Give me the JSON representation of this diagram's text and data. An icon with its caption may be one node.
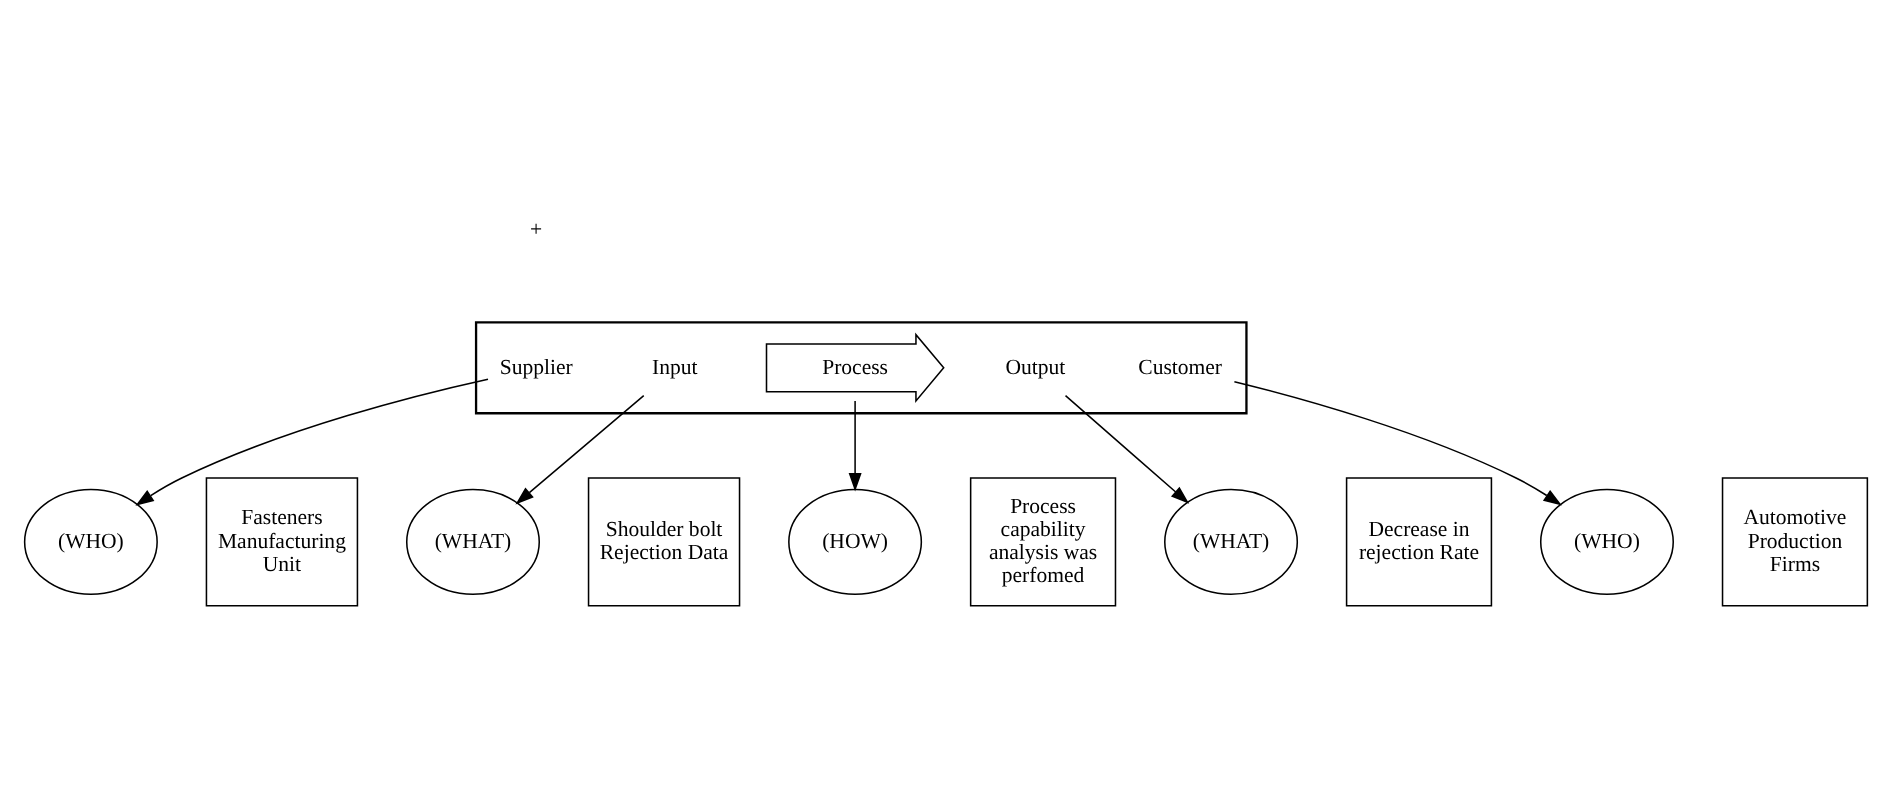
{
  "diagram": {
    "nodes": [
      {
        "text": [],
        "shape": "box"
      },
      {
        "text": [
          "Supplier"
        ],
        "in": 0
      },
      {
        "text": [
          "Input"
        ],
        "in": 0
      },
      {
        "text": [
          "Process"
        ],
        "in": 0
      },
      {
        "text": [
          "Output"
        ],
        "in": 0
      },
      {
        "text": [
          "Customer"
        ],
        "in": 0
      },
      {
        "text": [
          "(WHO)"
        ]
      },
      {
        "text": [
          "(WHAT)"
        ]
      },
      {
        "text": [
          "(HOW)"
        ]
      },
      {
        "text": [
          "(WHAT)"
        ]
      },
      {
        "text": [
          "(WHO)"
        ]
      },
      {
        "text": [
          "Fasteners Manufacturing Unit"
        ]
      },
      {
        "text": [
          "Shoulder bolt Rejection Data"
        ]
      },
      {
        "text": [
          "Process capability analysis was perfomed"
        ]
      },
      {
        "text": [
          "Decrease in rejection Rate"
        ]
      },
      {
        "text": [
          "Automotive Production Firms"
        ]
      }
    ],
    "edges": [
      {
        "from": 1,
        "to": 6,
        "arrow": "to"
      },
      {
        "from": 2,
        "to": 7,
        "arrow": "to"
      },
      {
        "from": 3,
        "to": 8,
        "arrow": "to"
      },
      {
        "from": 4,
        "to": 9,
        "arrow": "to"
      },
      {
        "from": 5,
        "to": 10,
        "arrow": "to"
      }
    ],
    "labels": [
      "+"
    ]
  }
}
